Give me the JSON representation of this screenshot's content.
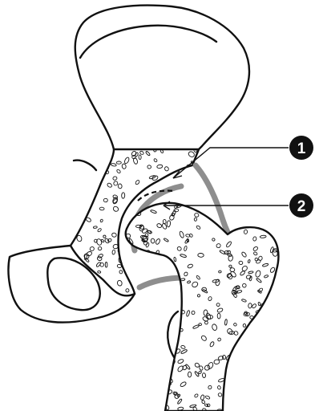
{
  "callouts": [
    {
      "id": "1",
      "label": "1"
    },
    {
      "id": "2",
      "label": "2"
    }
  ],
  "colors": {
    "outline": "#111111",
    "cartilage": "#8e8e8e",
    "badge": "#111111",
    "badge_text": "#ffffff",
    "background": "#ffffff"
  }
}
